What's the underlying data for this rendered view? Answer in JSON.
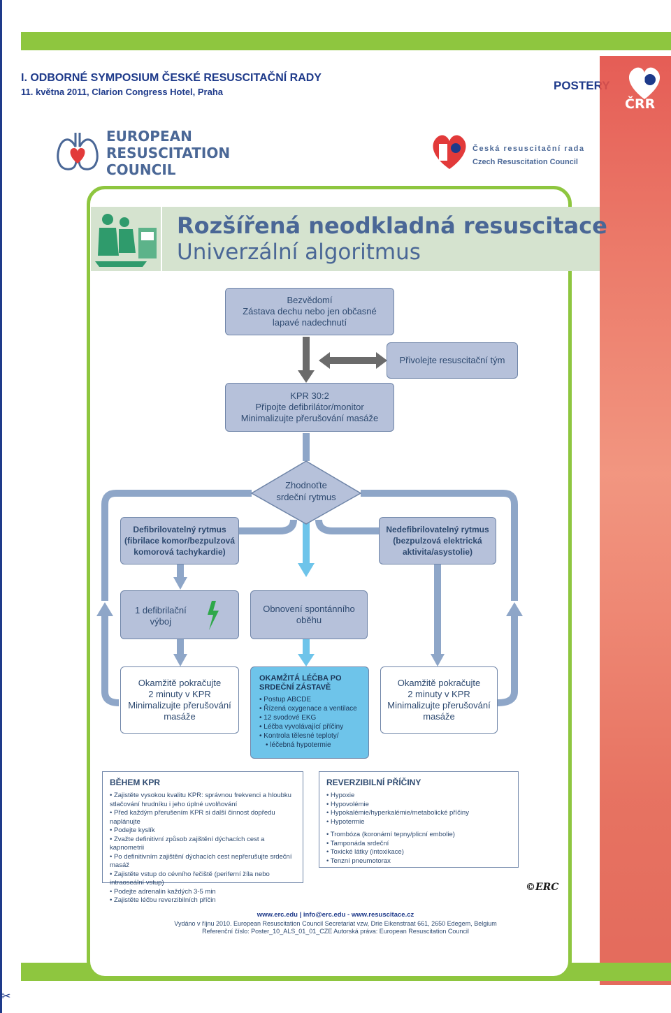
{
  "header": {
    "line1": "I. ODBORNÉ SYMPOSIUM ČESKÉ RESUSCITAČNÍ RADY",
    "line2": "11. května 2011, Clarion Congress Hotel, Praha",
    "postery": "POSTERY",
    "crr_badge": "ČRR"
  },
  "erc_logo": {
    "line1": "EUROPEAN",
    "line2": "RESUSCITATION",
    "line3": "COUNCIL"
  },
  "crr_logo": {
    "czech": "Česká resuscitační rada",
    "english": "Czech Resuscitation Council"
  },
  "title": {
    "main": "Rozšířená neodkladná resuscitace",
    "sub": "Univerzální algoritmus"
  },
  "flow": {
    "unconscious": [
      "Bezvědomí",
      "Zástava dechu nebo jen občasné",
      "lapavé nadechnutí"
    ],
    "call_team": "Přivolejte resuscitační tým",
    "cpr": [
      "KPR 30:2",
      "Připojte defibrilátor/monitor",
      "Minimalizujte přerušování masáže"
    ],
    "assess": [
      "Zhodnoťte",
      "srdeční rytmus"
    ],
    "shockable": [
      "Defibrilovatelný rytmus",
      "(fibrilace komor/bezpulzová",
      "komorová tachykardie)"
    ],
    "nonshockable": [
      "Nedefibrilovatelný rytmus",
      "(bezpulzová elektrická",
      "aktivita/asystolie)"
    ],
    "shock": [
      "1 defibrilační",
      "výboj"
    ],
    "rosc": [
      "Obnovení spontánního",
      "oběhu"
    ],
    "continue_left": [
      "Okamžitě pokračujte",
      "2 minuty v KPR",
      "Minimalizujte přerušování",
      "masáže"
    ],
    "continue_right": [
      "Okamžitě pokračujte",
      "2 minuty v KPR",
      "Minimalizujte přerušování",
      "masáže"
    ],
    "post_arrest": {
      "title": [
        "OKAMŽITÁ LÉČBA PO",
        "SRDEČNÍ ZÁSTAVĚ"
      ],
      "items": [
        "Postup ABCDE",
        "Řízená oxygenace a ventilace",
        "12 svodové EKG",
        "Léčba vyvolávající příčiny",
        "Kontrola tělesné teploty/",
        "léčebná hypotermie"
      ]
    }
  },
  "during_cpr": {
    "title": "BĚHEM KPR",
    "items": [
      "Zajistěte vysokou kvalitu KPR: správnou frekvenci a hloubku stlačování hrudníku i jeho úplné uvolňování",
      "Před každým přerušením KPR si další činnost dopředu naplánujte",
      "Podejte kyslík",
      "Zvažte definitivní způsob zajištění dýchacích cest a kapnometrii",
      "Po definitivním zajištění dýchacích cest nepřerušujte srdeční masáž",
      "Zajistěte vstup do cévního řečiště (periferní žíla nebo intraoseální vstup)",
      "Podejte adrenalin každých 3-5 min",
      "Zajistěte léčbu reverzibilních příčin"
    ]
  },
  "reversible": {
    "title": "REVERZIBILNÍ PŘÍČINY",
    "items_h": [
      "Hypoxie",
      "Hypovolémie",
      "Hypokalémie/hyperkalémie/metabolické příčiny",
      "Hypotermie"
    ],
    "items_t": [
      "Trombóza (koronární tepny/plicní embolie)",
      "Tamponáda srdeční",
      "Toxické látky (intoxikace)",
      "Tenzní pneumotorax"
    ]
  },
  "erc_mark": "©ERC",
  "footer": {
    "links": "www.erc.edu | info@erc.edu - www.resuscitace.cz",
    "issued": "Vydáno v říjnu 2010. European Resuscitation Council Secretariat vzw, Drie Eikenstraat 661, 2650 Edegem, Belgium",
    "reference": "Referenční číslo: Poster_10_ALS_01_01_CZE Autorská práva: European Resuscitation Council"
  },
  "colors": {
    "green": "#8ec63f",
    "navy": "#1e3a8a",
    "box_blue": "#b6c1da",
    "arrow_blue": "#8ea6c8",
    "cyan": "#6ec4ea",
    "gray_arrow": "#6b6b6b",
    "title_band": "#d5e3cf"
  }
}
